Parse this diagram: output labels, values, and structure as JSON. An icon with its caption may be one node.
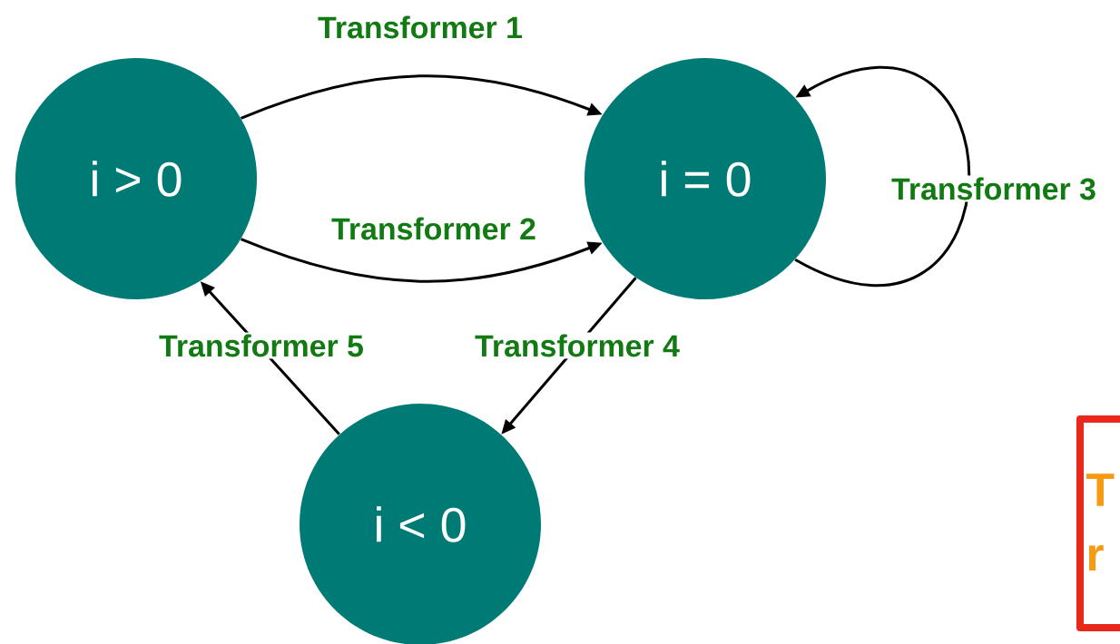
{
  "diagram": {
    "nodes": [
      {
        "text": [
          "i > 0"
        ]
      },
      {
        "text": [
          "i = 0"
        ]
      },
      {
        "text": [
          "i < 0"
        ]
      }
    ],
    "edges": [
      {
        "from": 0,
        "to": 1,
        "arrow": "to",
        "label": "Transformer 1"
      },
      {
        "from": 0,
        "to": 1,
        "arrow": "to",
        "label": "Transformer 2"
      },
      {
        "from": 1,
        "to": 1,
        "arrow": "to",
        "label": "Transformer 3"
      },
      {
        "from": 1,
        "to": 2,
        "arrow": "to",
        "label": "Transformer 4"
      },
      {
        "from": 2,
        "to": 0,
        "arrow": "to",
        "label": "Transformer 5"
      }
    ],
    "labels": [
      "T",
      "r"
    ]
  }
}
